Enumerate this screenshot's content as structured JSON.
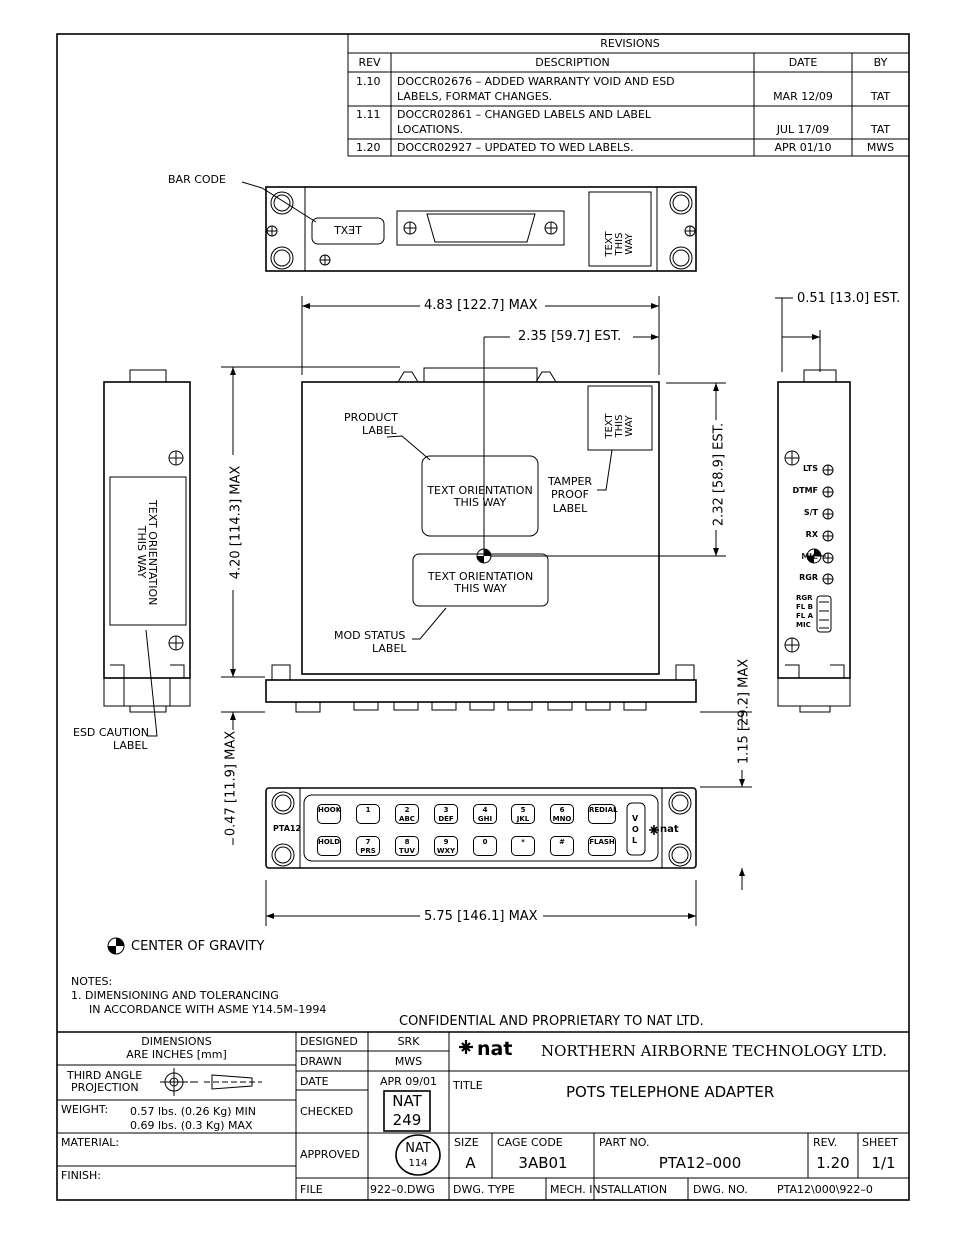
{
  "revisions": {
    "title": "REVISIONS",
    "headers": {
      "rev": "REV",
      "description": "DESCRIPTION",
      "date": "DATE",
      "by": "BY"
    },
    "rows": [
      {
        "rev": "1.10",
        "desc1": "DOCCR02676 – ADDED WARRANTY VOID AND ESD",
        "desc2": "LABELS, FORMAT CHANGES.",
        "date": "MAR 12/09",
        "by": "TAT"
      },
      {
        "rev": "1.11",
        "desc1": "DOCCR02861 – CHANGED LABELS AND LABEL",
        "desc2": "LOCATIONS.",
        "date": "JUL 17/09",
        "by": "TAT"
      },
      {
        "rev": "1.20",
        "desc1": "DOCCR02927 – UPDATED TO WED LABELS.",
        "desc2": "",
        "date": "APR 01/10",
        "by": "MWS"
      }
    ]
  },
  "labels": {
    "bar_code": "BAR CODE",
    "text_reversed": "TEXT",
    "text_this_way": [
      "TEXT",
      "THIS",
      "WAY"
    ],
    "product_label": [
      "PRODUCT",
      "LABEL"
    ],
    "tamper_proof_label": [
      "TAMPER",
      "PROOF",
      "LABEL"
    ],
    "text_orientation_1": "TEXT ORIENTATION",
    "this_way": "THIS WAY",
    "mod_status_label": [
      "MOD STATUS",
      "LABEL"
    ],
    "esd_caution_label": [
      "ESD CAUTION",
      "LABEL"
    ],
    "side_text_orientation": [
      "TEXT ORIENTATION",
      "THIS WAY"
    ],
    "center_of_gravity": "CENTER OF GRAVITY",
    "side_leds": [
      "LTS",
      "DTMF",
      "S/T",
      "RX",
      "MIC",
      "RGR"
    ],
    "side_switch_labels": [
      "RGR",
      "FL B",
      "FL A",
      "MIC"
    ]
  },
  "dimensions": {
    "overall_width": "4.83 [122.7] MAX",
    "cg_offset": "2.35 [59.7] EST.",
    "side_thickness": "0.51 [13.0] EST.",
    "height": "4.20 [114.3] MAX",
    "cg_height": "2.32 [58.9] EST.",
    "front_height": "1.15 [29.2] MAX",
    "flange": "0.47 [11.9] MAX",
    "front_width": "5.75 [146.1] MAX"
  },
  "front_panel": {
    "model": "PTA12",
    "brand": "nat",
    "volume": [
      "V",
      "O",
      "L"
    ],
    "keys_top": [
      [
        "HOOK",
        ""
      ],
      [
        "1",
        ""
      ],
      [
        "2",
        "ABC"
      ],
      [
        "3",
        "DEF"
      ],
      [
        "4",
        "GHI"
      ],
      [
        "5",
        "JKL"
      ],
      [
        "6",
        "MNO"
      ],
      [
        "REDIAL",
        ""
      ]
    ],
    "keys_bottom": [
      [
        "HOLD",
        ""
      ],
      [
        "7",
        "PRS"
      ],
      [
        "8",
        "TUV"
      ],
      [
        "9",
        "WXY"
      ],
      [
        "0",
        ""
      ],
      [
        "*",
        ""
      ],
      [
        "#",
        ""
      ],
      [
        "FLASH",
        ""
      ]
    ]
  },
  "notes": {
    "heading": "NOTES:",
    "line1": "1. DIMENSIONING AND TOLERANCING",
    "line2": "IN ACCORDANCE WITH ASME Y14.5M–1994"
  },
  "confidential": "CONFIDENTIAL AND PROPRIETARY TO NAT LTD.",
  "title_block": {
    "dimensions_are": "DIMENSIONS",
    "inches_mm": "ARE INCHES [mm]",
    "third_angle": "THIRD ANGLE",
    "projection": "PROJECTION",
    "weight_label": "WEIGHT:",
    "weight_min": "0.57 lbs. (0.26 Kg) MIN",
    "weight_max": "0.69 lbs. (0.3 Kg) MAX",
    "material_label": "MATERIAL:",
    "finish_label": "FINISH:",
    "designed_label": "DESIGNED",
    "designed": "SRK",
    "drawn_label": "DRAWN",
    "drawn": "MWS",
    "date_label": "DATE",
    "date": "APR 09/01",
    "checked_label": "CHECKED",
    "checked_stamp": [
      "NAT",
      "249"
    ],
    "approved_label": "APPROVED",
    "approved_stamp": [
      "NAT",
      "114"
    ],
    "file_label": "FILE",
    "file": "922–0.DWG",
    "company_logo": "nat",
    "company": "NORTHERN AIRBORNE TECHNOLOGY LTD.",
    "title_label": "TITLE",
    "title": "POTS TELEPHONE ADAPTER",
    "size_label": "SIZE",
    "size": "A",
    "cage_label": "CAGE CODE",
    "cage": "3AB01",
    "part_label": "PART NO.",
    "part": "PTA12–000",
    "rev_label": "REV.",
    "rev": "1.20",
    "sheet_label": "SHEET",
    "sheet": "1/1",
    "dwg_type_label": "DWG. TYPE",
    "dwg_type": "MECH. INSTALLATION",
    "dwg_no_label": "DWG. NO.",
    "dwg_no": "PTA12\\000\\922–0"
  }
}
